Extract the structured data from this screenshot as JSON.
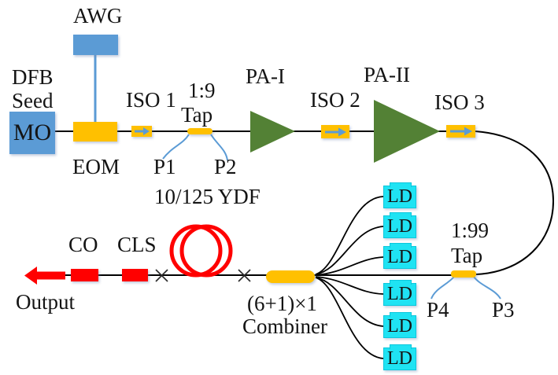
{
  "figure": {
    "kind": "fiber MOPA laser schematic"
  },
  "nodes": {
    "awg": {
      "label": "AWG"
    },
    "seed": {
      "caption_line1": "DFB",
      "caption_line2": "Seed",
      "box_label": "MO"
    },
    "eom": {
      "label": "EOM"
    },
    "iso1": {
      "label": "ISO 1"
    },
    "tap1": {
      "ratio": "1:9",
      "name": "Tap",
      "port_left": "P1",
      "port_right": "P2"
    },
    "pa1": {
      "label": "PA-I"
    },
    "iso2": {
      "label": "ISO 2"
    },
    "pa2": {
      "label": "PA-II"
    },
    "iso3": {
      "label": "ISO 3"
    },
    "tap2": {
      "ratio": "1:99",
      "name": "Tap",
      "port_left": "P4",
      "port_right": "P3"
    },
    "pump_ld": {
      "label": "LD",
      "count": 6
    },
    "combiner": {
      "line1": "(6+1)×1",
      "line2": "Combiner"
    },
    "ydf": {
      "label": "10/125 YDF"
    },
    "cls": {
      "label": "CLS"
    },
    "co": {
      "label": "CO"
    },
    "output": {
      "label": "Output"
    }
  },
  "colors": {
    "component_blue": "#5B9BD5",
    "component_orange": "#FFC000",
    "amplifier_green": "#538135",
    "pump_cyan": "#1FE3F3",
    "output_red": "#FF0000",
    "fiber_black": "#000000",
    "pigtail_blue": "#5B9BD5"
  }
}
